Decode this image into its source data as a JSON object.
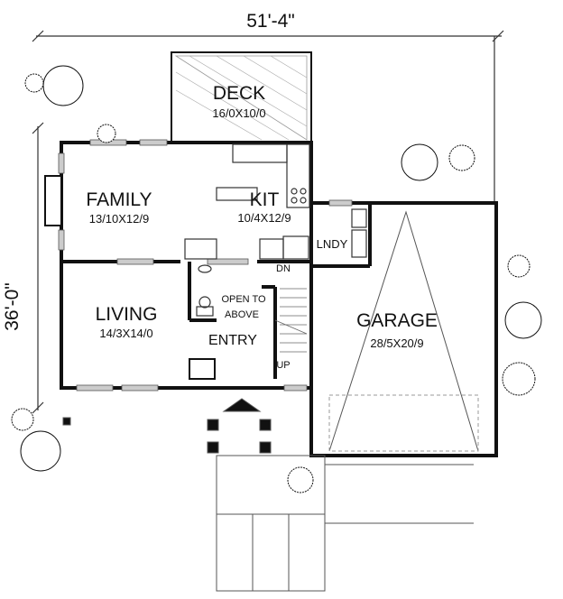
{
  "dimensions": {
    "width": "51'-4\"",
    "depth": "36'-0\""
  },
  "rooms": {
    "deck": {
      "name": "DECK",
      "size": "16/0X10/0"
    },
    "family": {
      "name": "FAMILY",
      "size": "13/10X12/9"
    },
    "kitchen": {
      "name": "KIT",
      "size": "10/4X12/9"
    },
    "laundry": {
      "name": "LNDY"
    },
    "living": {
      "name": "LIVING",
      "size": "14/3X14/0"
    },
    "entry": {
      "name": "ENTRY",
      "note_line1": "OPEN TO",
      "note_line2": "ABOVE"
    },
    "garage": {
      "name": "GARAGE",
      "size": "28/5X20/9"
    }
  },
  "stairs": {
    "down": "DN",
    "up": "UP"
  }
}
